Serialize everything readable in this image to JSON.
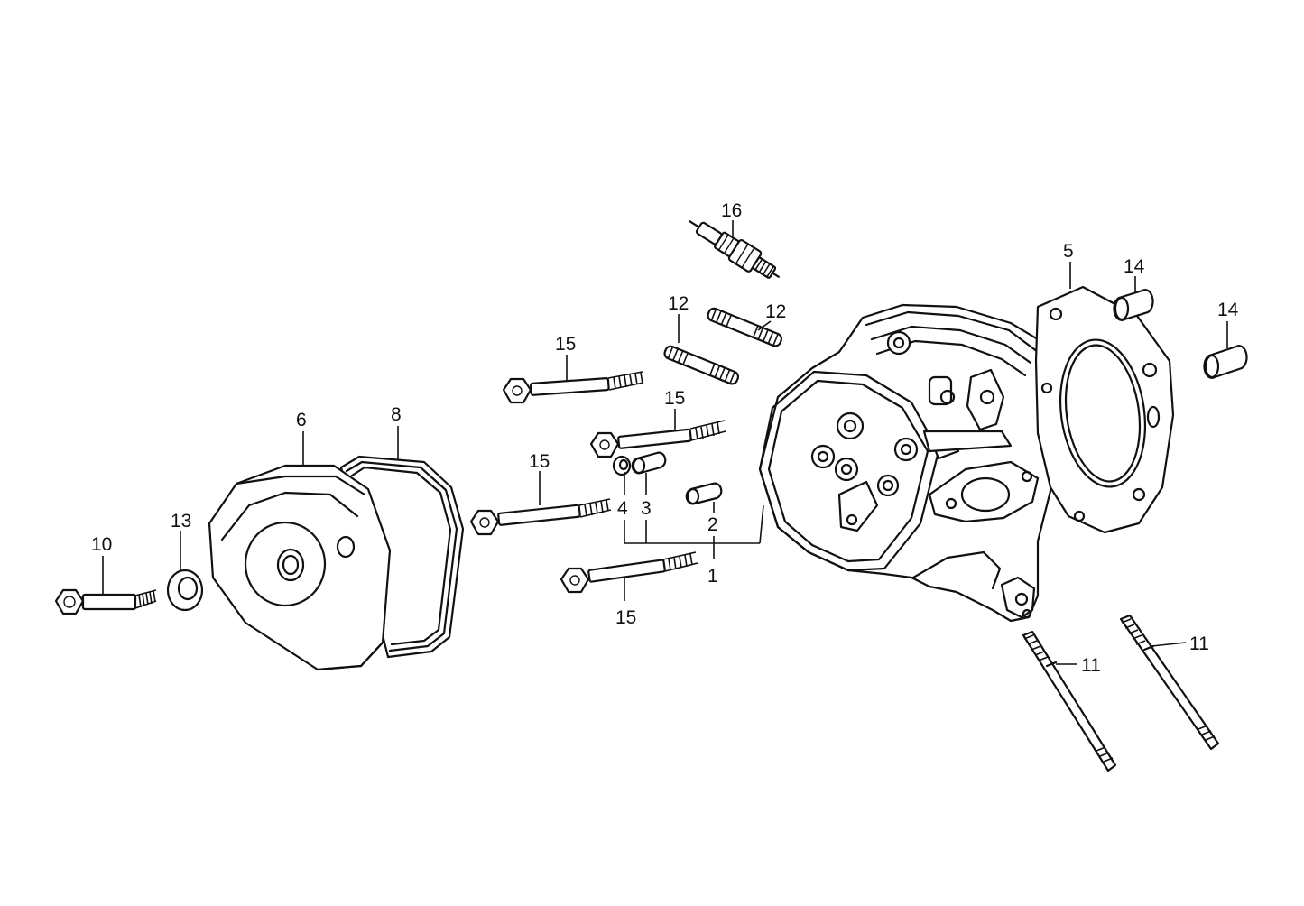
{
  "callouts": {
    "c1": "1",
    "c2": "2",
    "c3": "3",
    "c4": "4",
    "c5": "5",
    "c6": "6",
    "c8": "8",
    "c10": "10",
    "c11a": "11",
    "c11b": "11",
    "c12a": "12",
    "c12b": "12",
    "c13": "13",
    "c14a": "14",
    "c14b": "14",
    "c15a": "15",
    "c15b": "15",
    "c15c": "15",
    "c15d": "15",
    "c16": "16"
  },
  "colors": {
    "line": "#111111",
    "background": "#ffffff"
  }
}
